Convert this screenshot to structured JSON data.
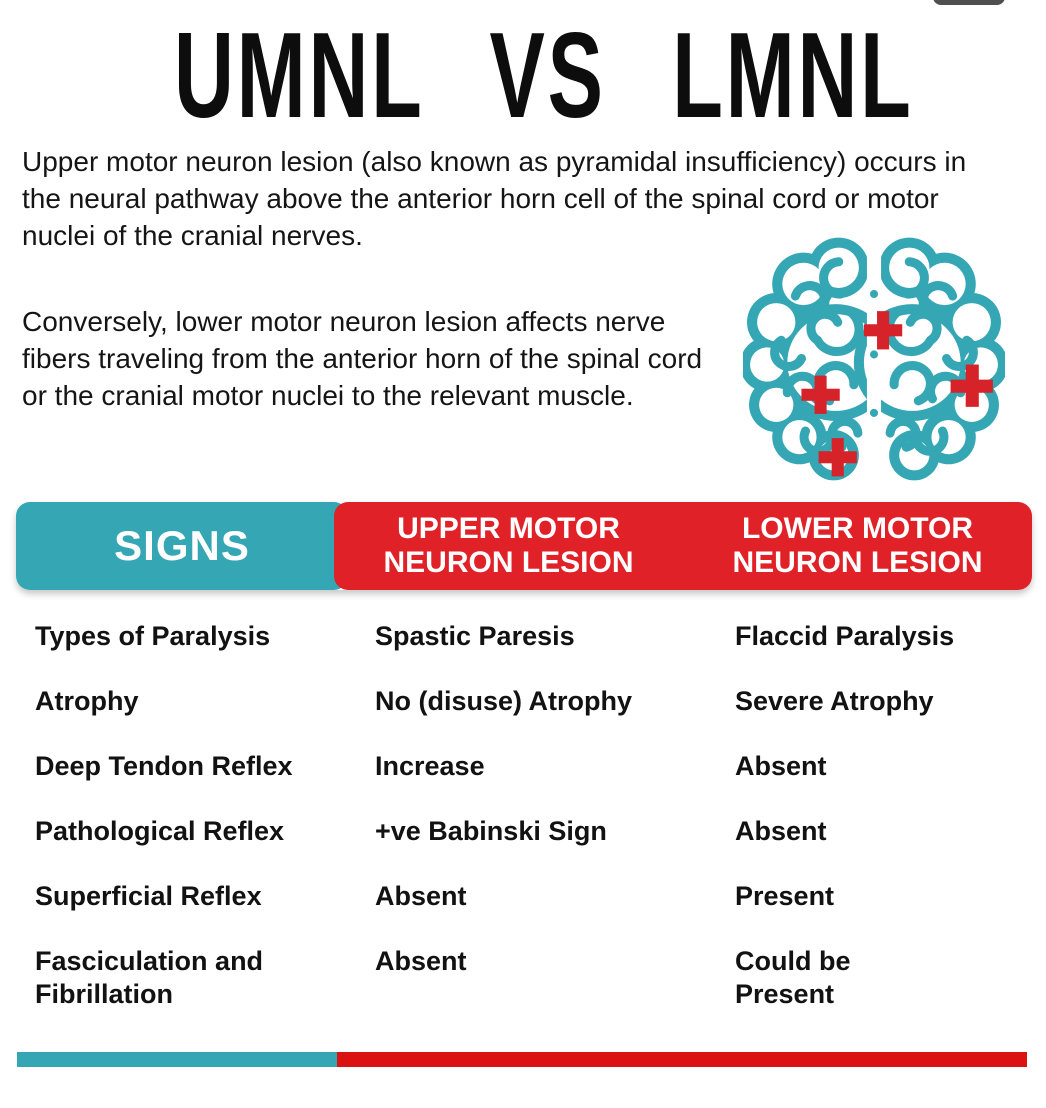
{
  "page": {
    "title": "UMNL VS LMNL",
    "intro_paragraph_1": "Upper motor neuron lesion (also known as pyramidal insufficiency) occurs in the neural pathway above the anterior horn cell of the spinal cord or motor nuclei of the cranial nerves.",
    "intro_paragraph_2": "Conversely, lower motor neuron lesion affects nerve fibers traveling from the anterior horn of the spinal cord or the cranial motor nuclei to the relevant muscle."
  },
  "icons": {
    "brain": "brain-icon",
    "lesion_marker": "medical-cross-icon"
  },
  "table": {
    "header": {
      "signs": "SIGNS",
      "umnl": "UPPER MOTOR\nNEURON LESION",
      "lmnl": "LOWER MOTOR\nNEURON LESION"
    },
    "rows": [
      {
        "sign": "Types of Paralysis",
        "umnl": "Spastic Paresis",
        "lmnl": "Flaccid Paralysis"
      },
      {
        "sign": "Atrophy",
        "umnl": "No (disuse) Atrophy",
        "lmnl": "Severe Atrophy"
      },
      {
        "sign": "Deep Tendon Reflex",
        "umnl": "Increase",
        "lmnl": "Absent"
      },
      {
        "sign": "Pathological Reflex",
        "umnl": "+ve Babinski Sign",
        "lmnl": "Absent"
      },
      {
        "sign": "Superficial Reflex",
        "umnl": "Absent",
        "lmnl": "Present"
      },
      {
        "sign": "Fasciculation and\nFibrillation",
        "umnl": "Absent",
        "lmnl": "Could be\nPresent"
      }
    ]
  },
  "colors": {
    "teal": "#35a7b4",
    "red": "#e02128",
    "cross-red": "#d6232a",
    "text": "#161616"
  }
}
